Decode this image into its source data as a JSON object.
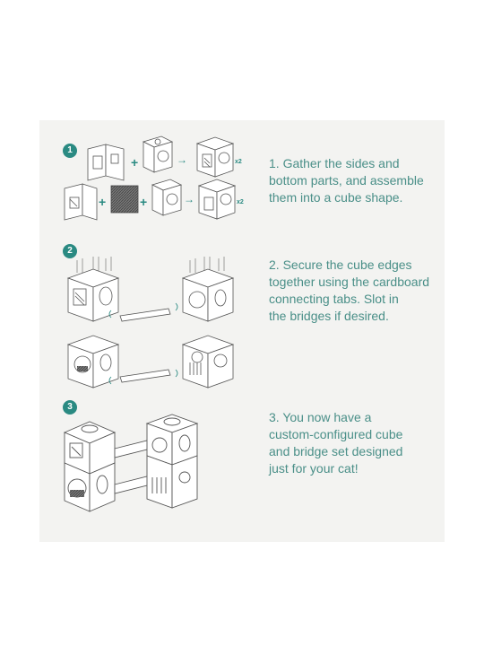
{
  "colors": {
    "background": "#f3f3f1",
    "accent": "#2a8a82",
    "text": "#4a8f88",
    "line": "#555555"
  },
  "steps": [
    {
      "number": "1",
      "text": "1. Gather the sides and\nbottom parts, and assemble\nthem into a cube shape."
    },
    {
      "number": "2",
      "text": "2. Secure the cube edges\ntogether using the cardboard\nconnecting tabs. Slot in\nthe bridges if desired."
    },
    {
      "number": "3",
      "text": "3. You now have a\ncustom-configured cube\nand bridge set designed\njust for your cat!"
    }
  ],
  "multipliers": [
    "x2",
    "x2"
  ]
}
